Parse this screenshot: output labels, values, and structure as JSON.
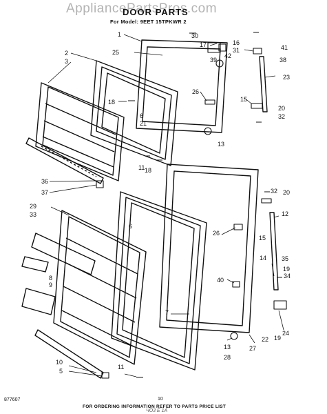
{
  "watermark": "AppliancePartsPros.com",
  "title": "DOOR PARTS",
  "subtitle": "For Model: 9EET 15TPKWR 2",
  "footer": "FOR ORDERING INFORMATION REFER TO PARTS PRICE LIST",
  "doc_number": "877607",
  "page_number": "10",
  "stamp": "ЧО3 Е 1А",
  "callouts": [
    "1",
    "30",
    "17",
    "16",
    "31",
    "41",
    "2",
    "25",
    "42",
    "39",
    "38",
    "3",
    "23",
    "26",
    "15",
    "18",
    "20",
    "6",
    "32",
    "21",
    "13",
    "11",
    "18",
    "36",
    "37",
    "32",
    "20",
    "29",
    "33",
    "12",
    "6",
    "26",
    "15",
    "14",
    "35",
    "8",
    "19",
    "9",
    "34",
    "40",
    "7",
    "22",
    "19",
    "24",
    "13",
    "28",
    "27",
    "10",
    "5",
    "11"
  ]
}
